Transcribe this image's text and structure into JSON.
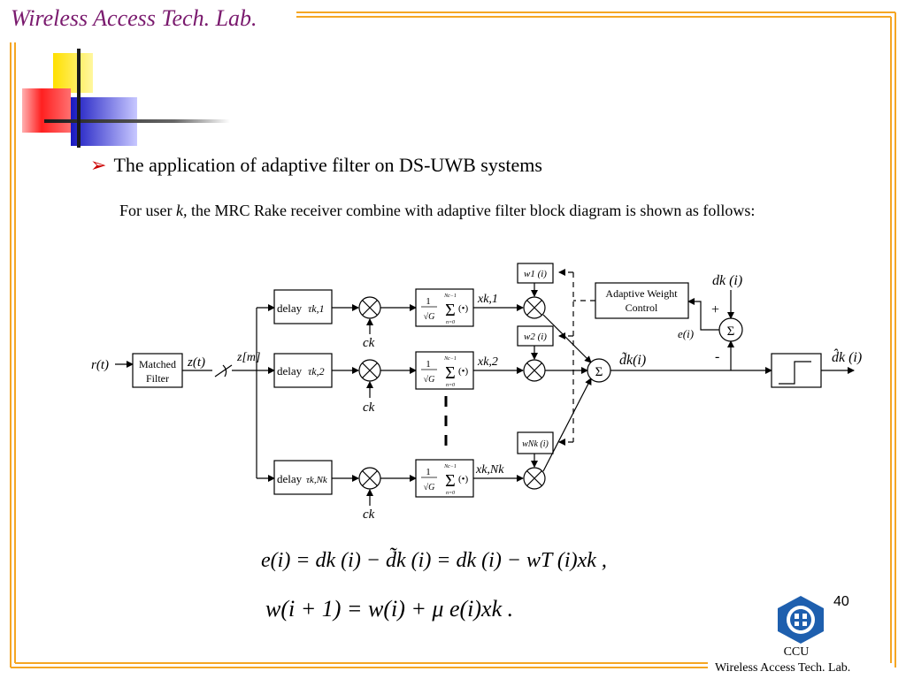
{
  "header": {
    "lab_title": "Wireless Access Tech. Lab."
  },
  "slide": {
    "heading": "The application of adaptive filter on DS-UWB systems",
    "paragraph": {
      "intro": "For user",
      "user_var": "k,",
      "rest": " the MRC Rake receiver combine with adaptive filter block diagram is shown as follows:"
    },
    "page_number": "40"
  },
  "diagram": {
    "input": "r(t)",
    "matched_filter": [
      "Matched",
      "Filter"
    ],
    "zt": "z(t)",
    "zm": "z[m]",
    "delay_label": "delay",
    "delays": [
      "τk,1",
      "τk,2",
      "τk,Nk"
    ],
    "spreading_code": "ck",
    "sum_frac_num": "1",
    "sum_frac_den": "√G",
    "sum_upper": "Nc−1",
    "sum_lower": "n=0",
    "sum_symbol": "Σ",
    "sum_arg": "(•)",
    "branch_outputs": [
      "xk,1",
      "xk,2",
      "xk,Nk"
    ],
    "weights": [
      "w1 (i)",
      "w2 (i)",
      "wNk (i)"
    ],
    "combiner_symbol": "Σ",
    "combiner_output": "d̃k(i)",
    "adaptive_control": [
      "Adaptive Weight",
      "Control"
    ],
    "desired": "dk (i)",
    "plus_sign": "+",
    "minus_sign": "-",
    "error": "e(i)",
    "error_sum_symbol": "Σ",
    "decision_output": "d̂k (i)"
  },
  "equations": {
    "eq1": "e(i) = dk (i) − d̃k (i) = dk (i) − wT (i)xk ,",
    "eq2": "w(i + 1) = w(i) + μ e(i)xk ."
  },
  "footer": {
    "logo_label": "CCU",
    "lab_name": "Wireless Access Tech. Lab."
  },
  "colors": {
    "title": "#7a1a6e",
    "border": "#f5a623",
    "arrow": "#cc0000",
    "logo": "#1e5fae"
  }
}
